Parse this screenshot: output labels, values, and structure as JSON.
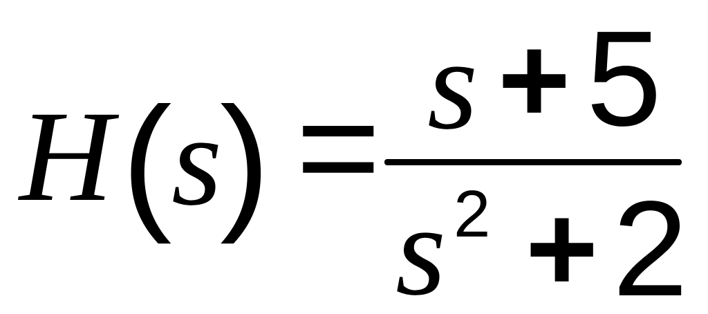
{
  "equation": {
    "lhs": {
      "function": "H",
      "open_paren": "(",
      "variable": "s",
      "close_paren": ")"
    },
    "equals": "=",
    "numerator": {
      "variable": "s",
      "operator": "+",
      "constant": "5"
    },
    "denominator": {
      "variable": "s",
      "exponent": "2",
      "operator": "+",
      "constant": "2"
    }
  }
}
